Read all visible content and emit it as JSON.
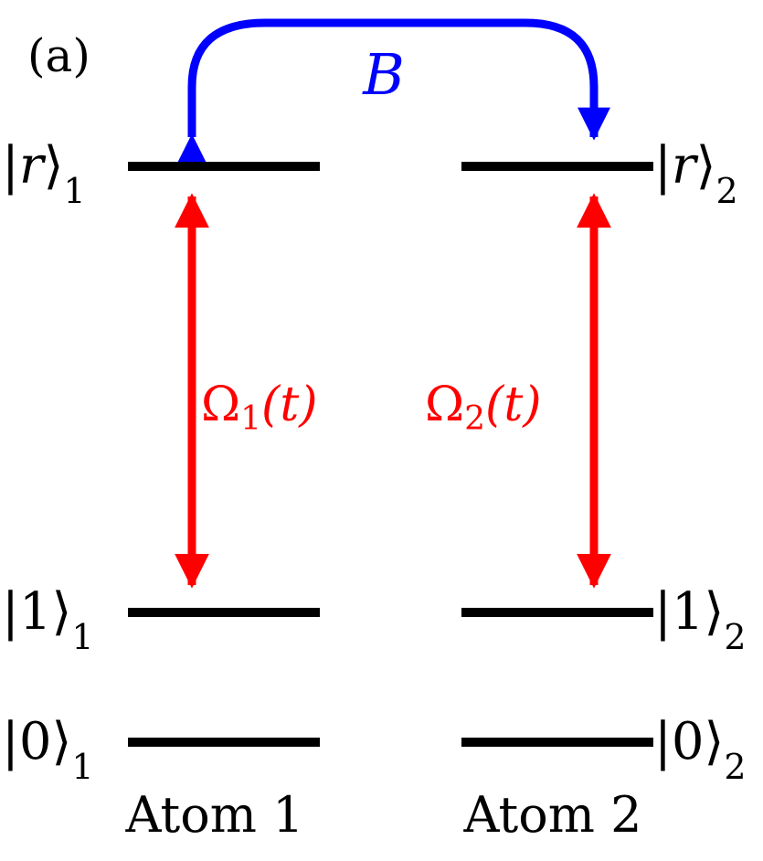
{
  "panel_label": "(a)",
  "coupling_label": "B",
  "atoms": [
    {
      "name": "Atom 1",
      "levels": [
        {
          "ket": "r",
          "subscript": "1"
        },
        {
          "ket": "1",
          "subscript": "1"
        },
        {
          "ket": "0",
          "subscript": "1"
        }
      ],
      "rabi": {
        "symbol": "Ω",
        "subscript": "1",
        "argument": "(t)"
      }
    },
    {
      "name": "Atom 2",
      "levels": [
        {
          "ket": "r",
          "subscript": "2"
        },
        {
          "ket": "1",
          "subscript": "2"
        },
        {
          "ket": "0",
          "subscript": "2"
        }
      ],
      "rabi": {
        "symbol": "Ω",
        "subscript": "2",
        "argument": "(t)"
      }
    }
  ],
  "colors": {
    "levels": "#000000",
    "rabi_arrows": "#ff0000",
    "coupling_arrow": "#0000ff"
  }
}
